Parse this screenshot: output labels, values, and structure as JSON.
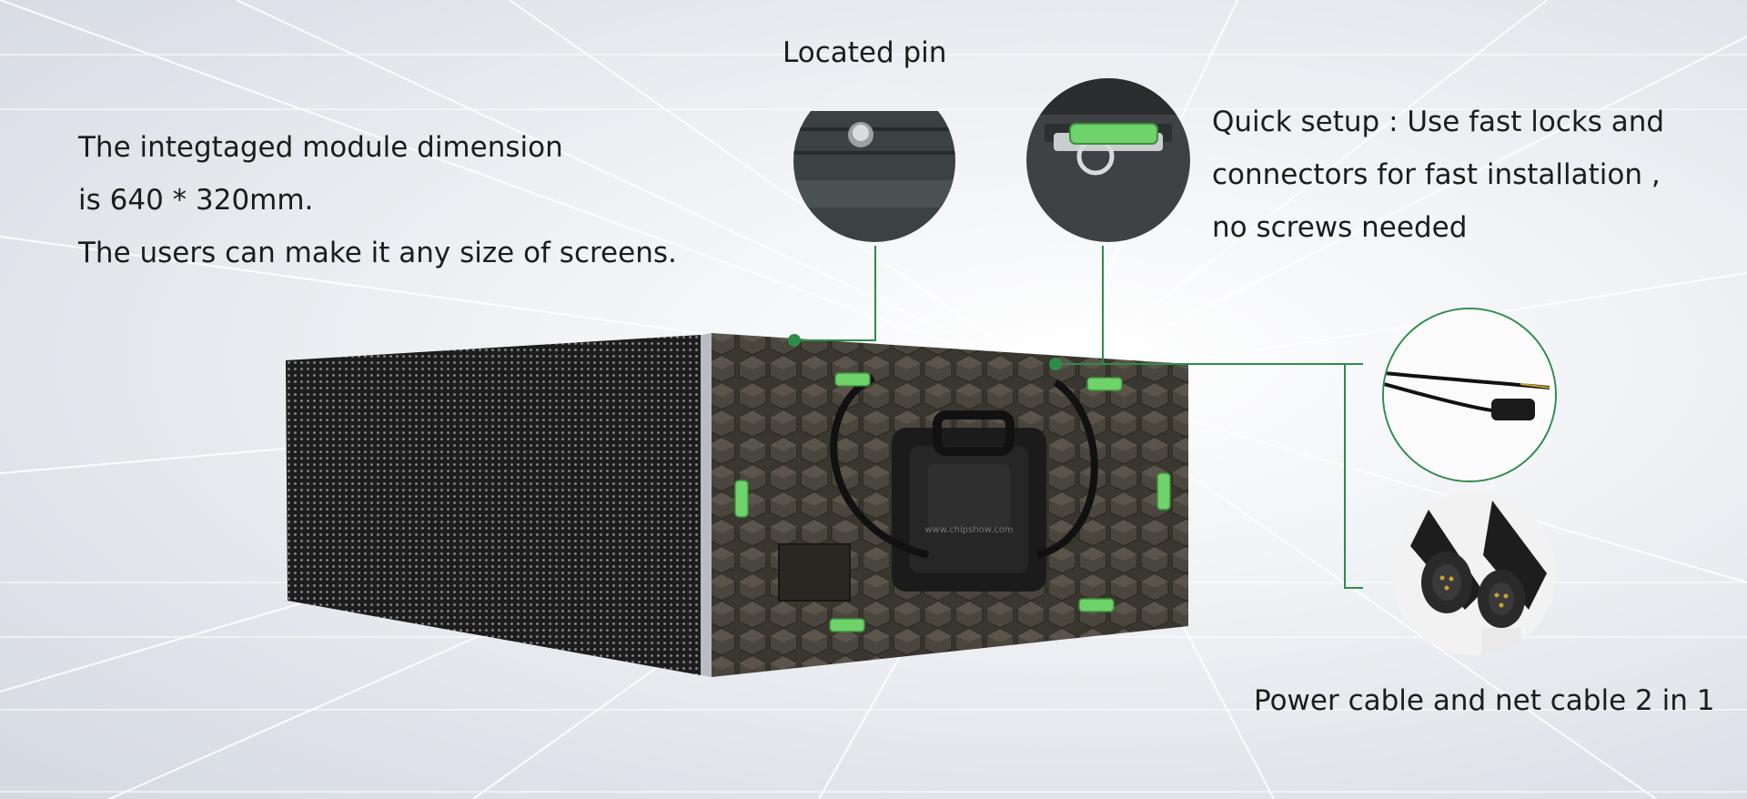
{
  "module_description": {
    "line1": "The integtaged module dimension",
    "line2": "is 640 * 320mm.",
    "line3": "The users can make it any size of screens."
  },
  "pin_caption": "Located pin",
  "quick_setup": {
    "line1": "Quick setup : Use fast locks and",
    "line2": "connectors for fast installation ,",
    "line3": "no screws needed"
  },
  "cable_caption": "Power cable and net cable 2 in 1",
  "colors": {
    "accent_green": "#2e8b4a",
    "lock_green": "#6fd26a",
    "text": "#1c1c1c"
  }
}
